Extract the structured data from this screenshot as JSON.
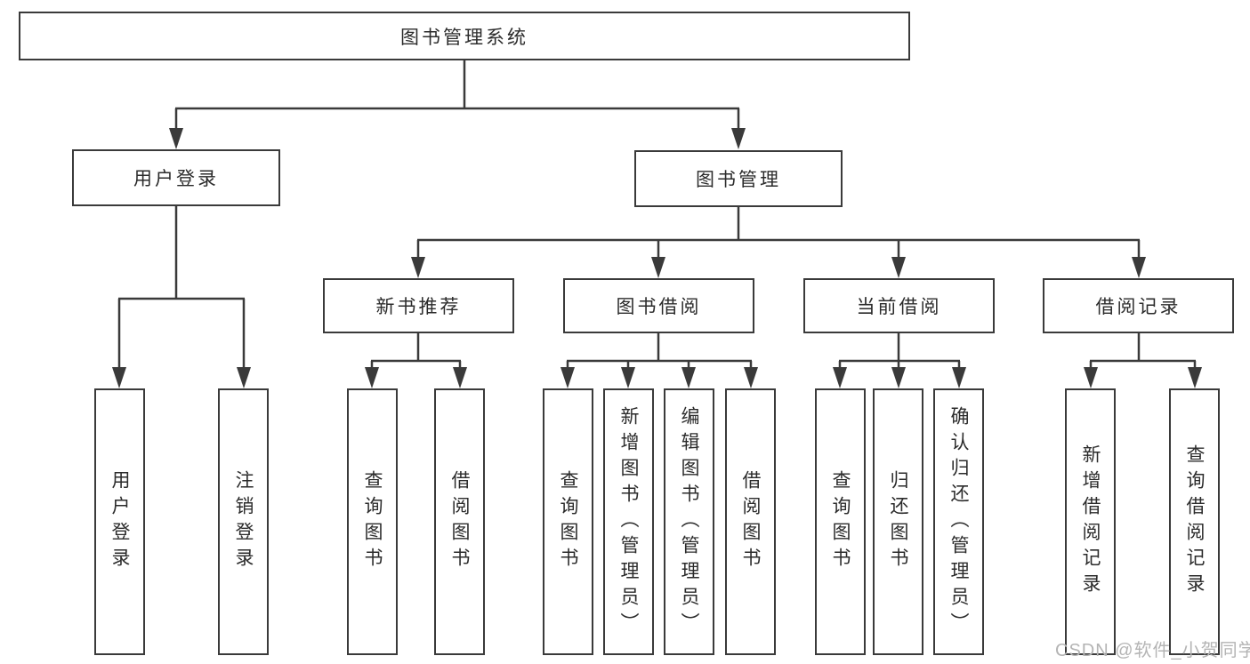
{
  "diagram_type": "hierarchy-tree",
  "colors": {
    "line": "#3a3a3a",
    "box_border": "#3a3a3a",
    "box_fill": "#ffffff",
    "text": "#2b2b2b",
    "watermark": "#b4b4b4",
    "background": "#ffffff"
  },
  "tree": {
    "label": "图书管理系统",
    "children": [
      {
        "label": "用户登录",
        "children": [
          {
            "label": "用户登录"
          },
          {
            "label": "注销登录"
          }
        ]
      },
      {
        "label": "图书管理",
        "children": [
          {
            "label": "新书推荐",
            "children": [
              {
                "label": "查询图书"
              },
              {
                "label": "借阅图书"
              }
            ]
          },
          {
            "label": "图书借阅",
            "children": [
              {
                "label": "查询图书"
              },
              {
                "label": "新增图书（管理员）"
              },
              {
                "label": "编辑图书（管理员）"
              },
              {
                "label": "借阅图书"
              }
            ]
          },
          {
            "label": "当前借阅",
            "children": [
              {
                "label": "查询图书"
              },
              {
                "label": "归还图书"
              },
              {
                "label": "确认归还（管理员）"
              }
            ]
          },
          {
            "label": "借阅记录",
            "children": [
              {
                "label": "新增借阅记录"
              },
              {
                "label": "查询借阅记录"
              }
            ]
          }
        ]
      }
    ]
  },
  "watermark": {
    "text": "CSDN @软件_小贺同学"
  }
}
